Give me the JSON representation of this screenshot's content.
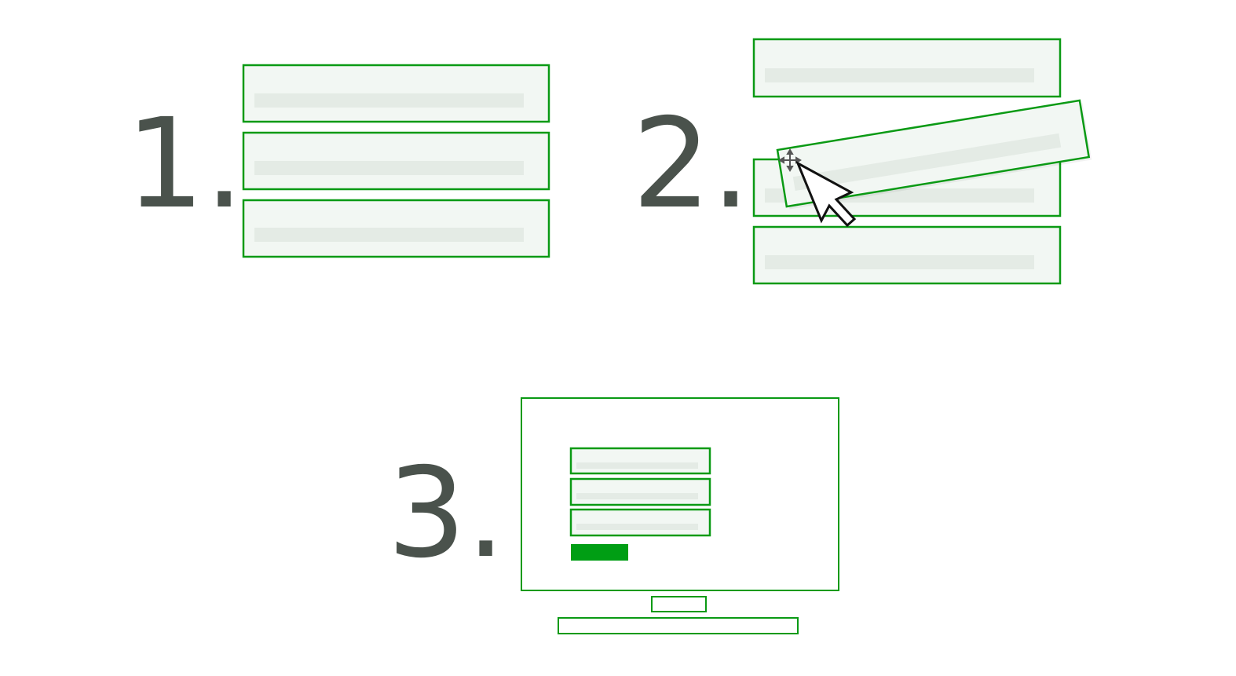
{
  "steps": [
    {
      "label": "1."
    },
    {
      "label": "2."
    },
    {
      "label": "3."
    }
  ],
  "colors": {
    "accent": "#009e14",
    "item_fill": "#f2f7f3",
    "placeholder": "#e4ebe5",
    "numeral": "#4a524c"
  },
  "icons": [
    "move-icon",
    "cursor-arrow-icon",
    "monitor-icon"
  ]
}
